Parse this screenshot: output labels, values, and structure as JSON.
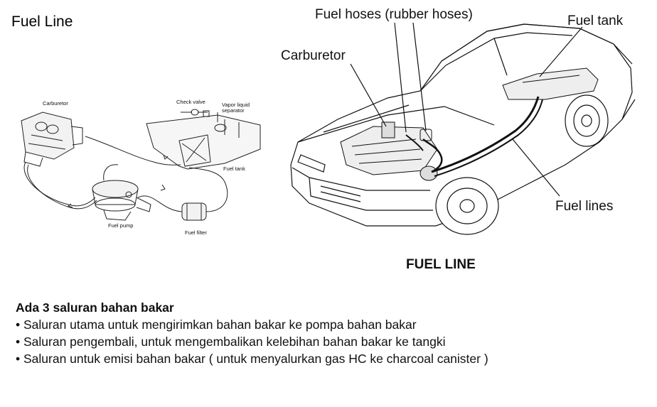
{
  "title": "Fuel Line",
  "left_diagram": {
    "labels": {
      "carburetor": "Carburetor",
      "check_valve": "Check valve",
      "vapor_sep_1": "Vapor liquid",
      "vapor_sep_2": "separator",
      "fuel_tank": "Fuel tank",
      "fuel_pump": "Fuel pump",
      "fuel_filter": "Fuel filter"
    }
  },
  "right_diagram": {
    "labels": {
      "fuel_hoses": "Fuel hoses (rubber hoses)",
      "fuel_tank": "Fuel tank",
      "carburetor": "Carburetor",
      "fuel_lines": "Fuel lines"
    },
    "caption": "FUEL LINE"
  },
  "description": {
    "heading": "Ada 3 saluran bahan bakar",
    "items": [
      "Saluran utama untuk mengirimkan bahan bakar ke pompa bahan bakar",
      "Saluran pengembali, untuk mengembalikan kelebihan bahan bakar ke tangki",
      "Saluran untuk emisi bahan bakar ( untuk menyalurkan gas HC ke charcoal canister )"
    ]
  }
}
